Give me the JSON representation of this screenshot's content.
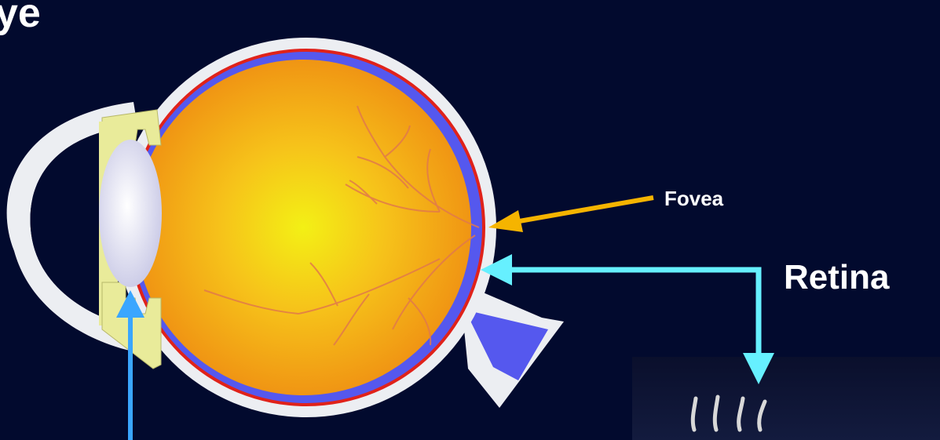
{
  "title_fragment": "ye",
  "labels": {
    "fovea": "Fovea",
    "retina": "Retina"
  },
  "colors": {
    "background": "#020a2e",
    "fovea_arrow": "#f5b400",
    "retina_arrow": "#66f0ff",
    "lens_arrow": "#3aa6ff",
    "choroid": "#5b5ef0",
    "sclera_red": "#e0221a",
    "vitreous_center": "#f2ef14",
    "vitreous_edge": "#f08a10"
  },
  "icons": {
    "eye": "eye-cross-section-icon",
    "photoreceptors": "photoreceptor-cells-icon"
  }
}
